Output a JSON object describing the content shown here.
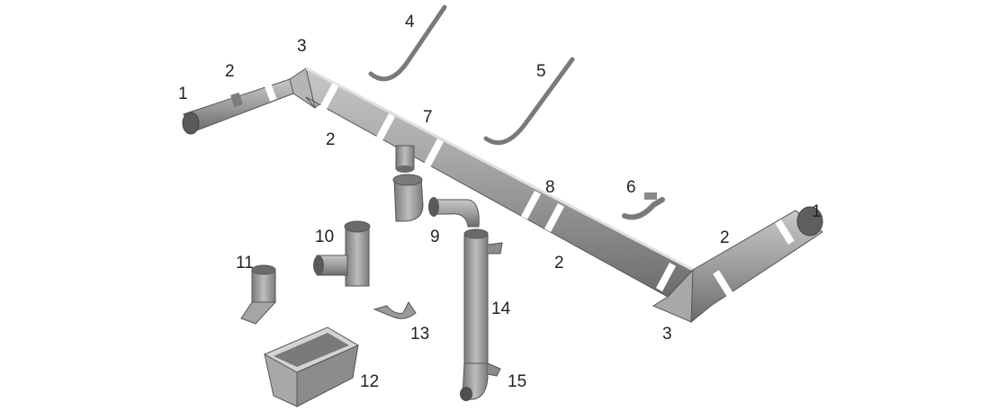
{
  "colors": {
    "pipe": "#9a9a9a",
    "pipe_dark": "#6f6f6f",
    "pipe_light": "#c4c4c4",
    "band": "#ffffff",
    "label": "#222222"
  },
  "callouts": [
    {
      "id": "c1a",
      "text": "1"
    },
    {
      "id": "c2a",
      "text": "2"
    },
    {
      "id": "c3a",
      "text": "3"
    },
    {
      "id": "c2b",
      "text": "2"
    },
    {
      "id": "c4",
      "text": "4"
    },
    {
      "id": "c5",
      "text": "5"
    },
    {
      "id": "c7",
      "text": "7"
    },
    {
      "id": "c8",
      "text": "8"
    },
    {
      "id": "c6",
      "text": "6"
    },
    {
      "id": "c1b",
      "text": "1"
    },
    {
      "id": "c2c",
      "text": "2"
    },
    {
      "id": "c9",
      "text": "9"
    },
    {
      "id": "c10",
      "text": "10"
    },
    {
      "id": "c11",
      "text": "11"
    },
    {
      "id": "c2d",
      "text": "2"
    },
    {
      "id": "c14",
      "text": "14"
    },
    {
      "id": "c13",
      "text": "13"
    },
    {
      "id": "c3b",
      "text": "3"
    },
    {
      "id": "c12",
      "text": "12"
    },
    {
      "id": "c15",
      "text": "15"
    }
  ]
}
